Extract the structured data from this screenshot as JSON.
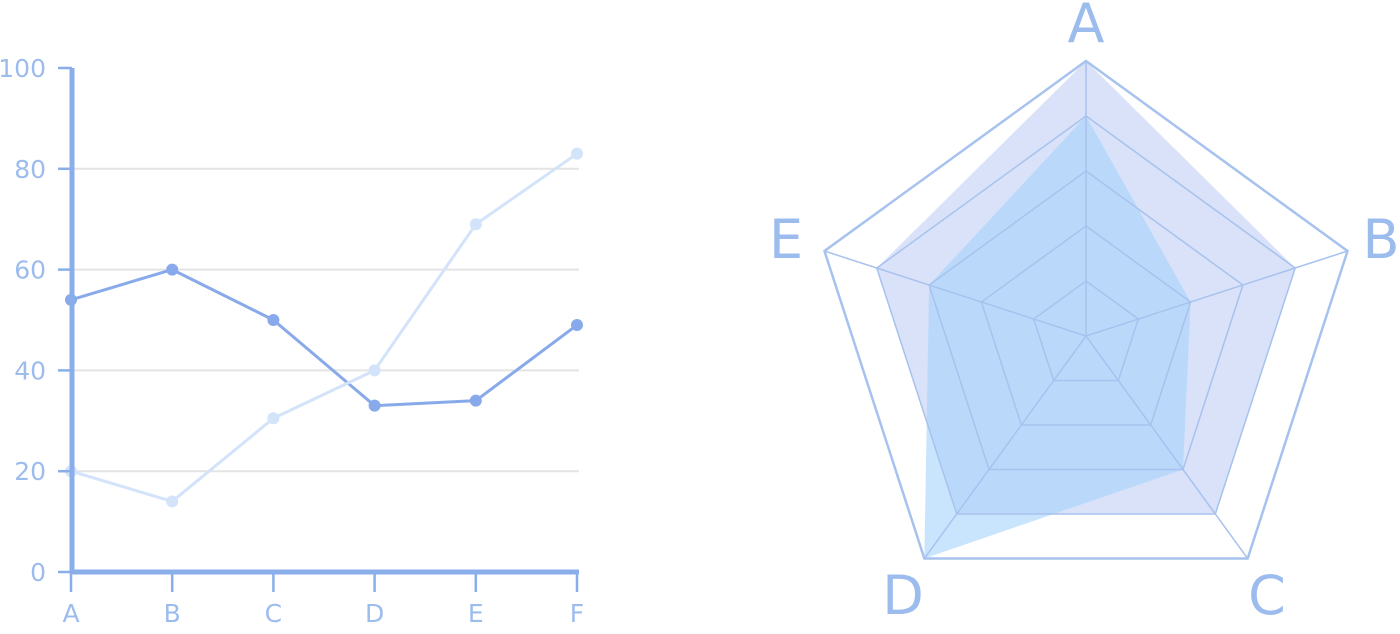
{
  "colors": {
    "axis": "#8aaeea",
    "label": "#9dbcee",
    "grid": "#e4e4e4",
    "series_dark": "#88a9ea",
    "series_light": "#d3e3fa",
    "radar_web": "#a7c2ee",
    "radar_fill_outer": "#c9d6f5",
    "radar_fill_inner": "#a5d3fb"
  },
  "chart_data": [
    {
      "type": "line",
      "categories": [
        "A",
        "B",
        "C",
        "D",
        "E",
        "F"
      ],
      "series": [
        {
          "values": [
            54,
            60,
            50,
            33,
            34,
            49
          ],
          "color_key": "series_dark"
        },
        {
          "values": [
            20,
            14,
            30.5,
            40,
            69,
            83
          ],
          "color_key": "series_light"
        }
      ],
      "yticks": [
        "0",
        "20",
        "40",
        "60",
        "80",
        "100"
      ],
      "ylim": [
        0,
        100
      ],
      "grid": true,
      "title": "",
      "xlabel": "",
      "ylabel": ""
    },
    {
      "type": "radar",
      "axes": [
        "A",
        "B",
        "C",
        "D",
        "E"
      ],
      "max": 100,
      "series": [
        {
          "values": [
            100,
            80,
            80,
            80,
            80
          ],
          "color_key": "radar_fill_outer"
        },
        {
          "values": [
            80,
            40,
            60,
            100,
            60
          ],
          "color_key": "radar_fill_inner"
        }
      ]
    }
  ]
}
